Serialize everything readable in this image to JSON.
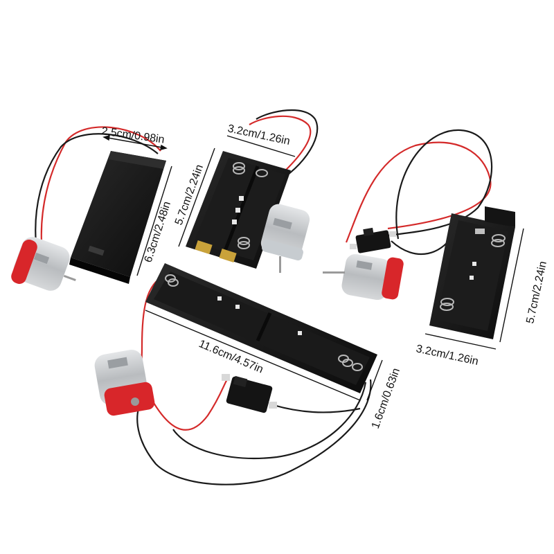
{
  "dimensions": {
    "box_width": "2.5cm/0.98in",
    "box_length": "6.3cm/2.48in",
    "holder2_width": "3.2cm/1.26in",
    "holder2_length": "5.7cm/2.24in",
    "holder_right_width": "3.2cm/1.26in",
    "holder_right_length": "5.7cm/2.24in",
    "long_length": "11.6cm/4.57in",
    "long_height": "1.6cm/0.63in"
  },
  "colors": {
    "plastic": "#141414",
    "motor_red": "#d8262a",
    "motor_silver": "#c9cccf",
    "wire_red": "#d42a2a",
    "wire_black": "#1a1a1a",
    "spring": "#b8b8b8",
    "terminal_gold": "#c9a23a"
  }
}
